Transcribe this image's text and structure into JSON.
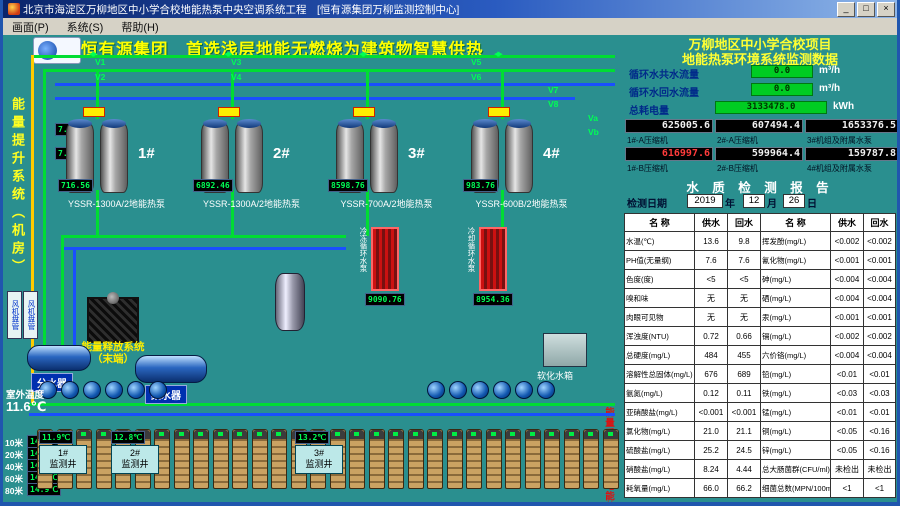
{
  "window": {
    "title": "北京市海淀区万柳地区中小学合校地能热泵中央空调系统工程　[恒有源集团万柳监测控制中心]",
    "menus": [
      "画面(P)",
      "系统(S)",
      "帮助(H)"
    ],
    "buttons": {
      "minimize": "_",
      "maximize": "□",
      "close": "×"
    }
  },
  "banner": {
    "main_title": "恒有源集团　首选浅层地能无燃烧为建筑物智慧供热",
    "project_line1": "万柳地区中小学合校项目",
    "project_line2": "地能热泵环境系统监测数据"
  },
  "side_labels": {
    "left": "能量提升系统（机房）",
    "right": "能量采集系统（地能井）",
    "release_line1": "能量释放系统",
    "release_line2": "（末端）"
  },
  "flows": [
    {
      "label": "循环水共水流量",
      "value": "0.0",
      "unit": "m³/h"
    },
    {
      "label": "循环水回水流量",
      "value": "0.0",
      "unit": "m³/h"
    },
    {
      "label": "总耗电量",
      "value": "3133478.0",
      "unit": "kWh"
    }
  ],
  "meters": [
    {
      "value": "625005.6",
      "label": "1#-A压缩机"
    },
    {
      "value": "607494.4",
      "label": "2#-A压缩机"
    },
    {
      "value": "1653376.5",
      "label": "3#机组及附属水泵"
    },
    {
      "value": "616997.6",
      "label": "1#-B压缩机"
    },
    {
      "value": "599964.4",
      "label": "2#-B压缩机"
    },
    {
      "value": "159787.8",
      "label": "4#机组及附属水泵"
    }
  ],
  "report": {
    "title": "水 质 检 测 报 告",
    "date_label": "检测日期",
    "year": "2019",
    "year_unit": "年",
    "month": "12",
    "month_unit": "月",
    "day": "26",
    "day_unit": "日",
    "headers": [
      "名  称",
      "供水",
      "回水",
      "名  称",
      "供水",
      "回水"
    ],
    "rows": [
      [
        "水温(℃)",
        "13.6",
        "9.8",
        "挥发酚(mg/L)",
        "<0.002",
        "<0.002"
      ],
      [
        "PH值(无量纲)",
        "7.6",
        "7.6",
        "氰化物(mg/L)",
        "<0.001",
        "<0.001"
      ],
      [
        "色度(度)",
        "<5",
        "<5",
        "砷(mg/L)",
        "<0.004",
        "<0.004"
      ],
      [
        "嗅和味",
        "无",
        "无",
        "硒(mg/L)",
        "<0.004",
        "<0.004"
      ],
      [
        "肉眼可见物",
        "无",
        "无",
        "汞(mg/L)",
        "<0.001",
        "<0.001"
      ],
      [
        "浑浊度(NTU)",
        "0.72",
        "0.66",
        "镉(mg/L)",
        "<0.002",
        "<0.002"
      ],
      [
        "总硬度(mg/L)",
        "484",
        "455",
        "六价铬(mg/L)",
        "<0.004",
        "<0.004"
      ],
      [
        "溶解性总固体(mg/L)",
        "676",
        "689",
        "铅(mg/L)",
        "<0.01",
        "<0.01"
      ],
      [
        "氨氮(mg/L)",
        "0.12",
        "0.11",
        "铁(mg/L)",
        "<0.03",
        "<0.03"
      ],
      [
        "亚硝酸盐(mg/L)",
        "<0.001",
        "<0.001",
        "锰(mg/L)",
        "<0.01",
        "<0.01"
      ],
      [
        "氯化物(mg/L)",
        "21.0",
        "21.1",
        "铜(mg/L)",
        "<0.05",
        "<0.16"
      ],
      [
        "硫酸盐(mg/L)",
        "25.2",
        "24.5",
        "锌(mg/L)",
        "<0.05",
        "<0.16"
      ],
      [
        "硝酸盐(mg/L)",
        "8.24",
        "4.44",
        "总大肠菌群(CFU/ml)",
        "未检出",
        "未检出"
      ],
      [
        "耗氧量(mg/L)",
        "66.0",
        "66.2",
        "细菌总数(MPN/100mL)",
        "<1",
        "<1"
      ]
    ]
  },
  "units": [
    {
      "model": "YSSR-1300A/2地能热泵",
      "no": "1#",
      "led": "716.56"
    },
    {
      "model": "YSSR-1300A/2地能热泵",
      "no": "2#",
      "led": "6892.46"
    },
    {
      "model": "YSSR-700A/2地能热泵",
      "no": "3#",
      "led": "8598.76"
    },
    {
      "model": "YSSR-600B/2地能热泵",
      "no": "4#",
      "led": "983.76"
    }
  ],
  "pump_groups": [
    {
      "label": "冷冻循环水泵",
      "led": "9090.76"
    },
    {
      "label": "冷却循环水泵",
      "led": "8954.36"
    }
  ],
  "left_leds": [
    "7.9℃",
    "7.9℃"
  ],
  "v_labels": [
    "V1",
    "V2",
    "V3",
    "V4",
    "V5",
    "V6",
    "V7",
    "V8",
    "Va",
    "Vb"
  ],
  "end_devices": [
    "风机盘管",
    "风机盘管"
  ],
  "tanks": {
    "distributor": "分水器",
    "collector": "集水器",
    "softened": "软化水箱"
  },
  "outdoor": {
    "label": "室外温度",
    "value": "11.6℃"
  },
  "depths": [
    {
      "depth": "10米",
      "temp": "14.1℃"
    },
    {
      "depth": "20米",
      "temp": "14.3℃"
    },
    {
      "depth": "40米",
      "temp": "14.7℃"
    },
    {
      "depth": "60米",
      "temp": "14.4℃"
    },
    {
      "depth": "80米",
      "temp": "14.9℃"
    }
  ],
  "wells": [
    {
      "label": "1#",
      "sub": "监测井",
      "temp": "11.9℃"
    },
    {
      "label": "2#",
      "sub": "监测井",
      "temp": "12.8℃"
    },
    {
      "label": "3#",
      "sub": "监测井",
      "temp": "13.2℃"
    }
  ],
  "colors": {
    "background": "#2a8f8f",
    "accent_yellow": "#ffff00",
    "led_green": "#00ff55",
    "alarm_red": "#ff3b3b"
  }
}
